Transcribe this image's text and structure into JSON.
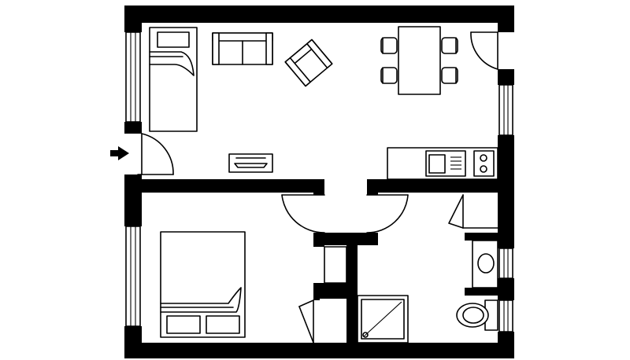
{
  "plan": {
    "colors": {
      "wall": "#000000",
      "background": "#ffffff",
      "fixture_fill": "#ffffff"
    },
    "entrance_marker": "arrow-right-icon",
    "rooms": [
      "living-room",
      "kitchenette",
      "bedroom",
      "bathroom",
      "hallway",
      "closet"
    ],
    "furniture": [
      "single-bed",
      "sofa",
      "armchair",
      "dining-table",
      "dining-chair",
      "tv-console",
      "kitchen-counter",
      "kitchen-sink",
      "cooktop",
      "double-bed",
      "wardrobe",
      "shower-tray",
      "washbasin",
      "toilet"
    ]
  }
}
